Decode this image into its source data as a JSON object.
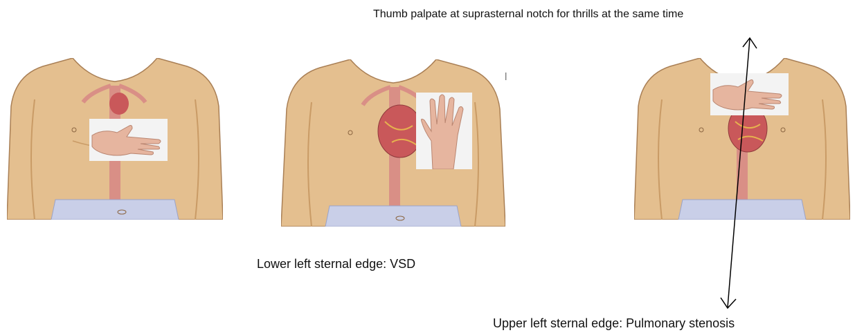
{
  "annotations": {
    "top": "Thumb palpate at suprasternal notch for thrills at the same time",
    "lower_left": "Lower left sternal edge: VSD",
    "upper_left": "Upper left sternal edge: Pulmonary stenosis",
    "stray_mark": "l"
  },
  "colors": {
    "skin": "#e4bf8f",
    "skin_shadow": "#c99b66",
    "vessel": "#d98f86",
    "heart": "#c9585a",
    "cloth": "#c9cfe8",
    "hand_photo_bg": "#f3f3f3",
    "hand_skin": "#e6b59f"
  },
  "panels": [
    {
      "id": "panel-1",
      "hand": "horizontal-hand"
    },
    {
      "id": "panel-2",
      "hand": "vertical-hand"
    },
    {
      "id": "panel-3",
      "hand": "horizontal-hand-high"
    }
  ]
}
